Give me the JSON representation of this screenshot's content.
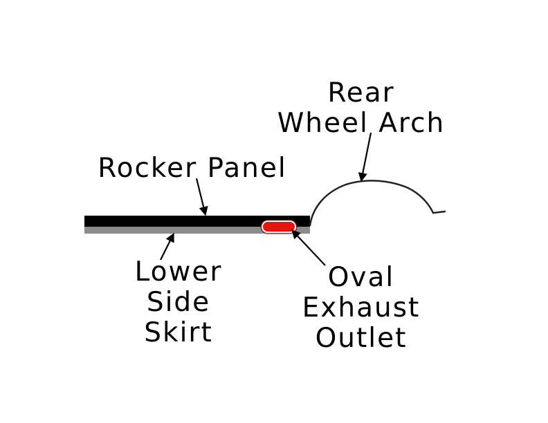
{
  "labels": {
    "rear_wheel_arch": [
      "Rear",
      "Wheel Arch"
    ],
    "rocker_panel": "Rocker Panel",
    "lower_side_skirt": [
      "Lower",
      "Side",
      "Skirt"
    ],
    "oval_exhaust_outlet": [
      "Oval",
      "Exhaust",
      "Outlet"
    ]
  },
  "colors": {
    "rocker_panel": "#000000",
    "lower_side_skirt": "#8c8c8c",
    "exhaust_fill": "#e8140c",
    "exhaust_outline": "#7a0a05",
    "wheel_arch": "#222222",
    "arrows": "#000000"
  }
}
